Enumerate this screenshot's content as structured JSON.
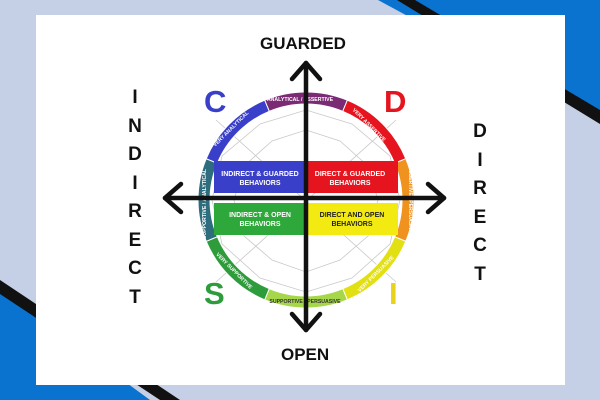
{
  "axes": {
    "top": "GUARDED",
    "bottom": "OPEN",
    "left": "INDIRECT",
    "right": "DIRECT"
  },
  "quadrant_letters": {
    "c": {
      "text": "C",
      "color": "#3a3fc9"
    },
    "d": {
      "text": "D",
      "color": "#e5141e"
    },
    "s": {
      "text": "S",
      "color": "#2e9c3a"
    },
    "i": {
      "text": "I",
      "color": "#e8d21a"
    }
  },
  "boxes": {
    "indirect_guarded": {
      "line1": "INDIRECT & GUARDED",
      "line2": "BEHAVIORS",
      "color": "#3a3fc9"
    },
    "direct_guarded": {
      "line1": "DIRECT & GUARDED",
      "line2": "BEHAVIORS",
      "color": "#e5141e"
    },
    "indirect_open": {
      "line1": "INDIRECT & OPEN",
      "line2": "BEHAVIORS",
      "color": "#2ea83a"
    },
    "direct_open": {
      "line1": "DIRECT AND OPEN",
      "line2": "BEHAVIORS",
      "color": "#f3ea12"
    }
  },
  "ring": {
    "analytical_assertive": "ANALYTICAL / ASSERTIVE",
    "very_assertive": "VERY ASSERTIVE",
    "assertive_persuasive": "ASSERTIVE / PERSUASIVE",
    "very_persuasive": "VERY PERSUASIVE",
    "supportive_persuasive": "SUPPORTIVE / PERSUASIVE",
    "very_supportive": "VERY SUPPORTIVE",
    "supportive_analytical": "SUPPORTIVE / ANALYTICAL",
    "very_analytical": "VERY ANALYTICAL"
  },
  "colors": {
    "background": "#c5d0e6",
    "accent_blue": "#0a72cf",
    "card": "#ffffff",
    "purple": "#7a2b73",
    "blue": "#3a3fc9",
    "red": "#e5141e",
    "orange": "#f0921e",
    "yellow": "#e2df12",
    "light_green": "#a6d64a",
    "green": "#2e9c3a",
    "teal": "#2e6d7e"
  }
}
